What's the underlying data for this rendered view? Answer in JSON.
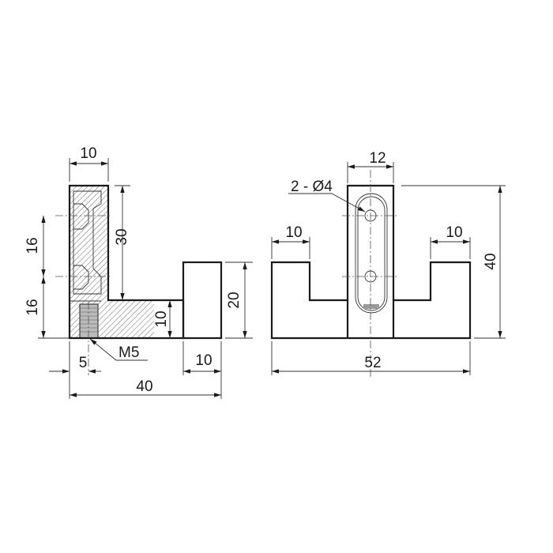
{
  "side_view": {
    "dim_top_width": "10",
    "dim_upright_height": "30",
    "dim_hole_spacing": "16",
    "dim_lower_hole": "16",
    "dim_block_height": "20",
    "dim_base_thickness": "10",
    "dim_thread_offset": "5",
    "dim_total_length": "40",
    "dim_block_width": "10",
    "thread_label": "M5"
  },
  "front_view": {
    "dim_center_width": "12",
    "hole_label": "2 - Ø4",
    "dim_left_step": "10",
    "dim_right_step": "10",
    "dim_height": "40",
    "dim_total_width": "52"
  }
}
